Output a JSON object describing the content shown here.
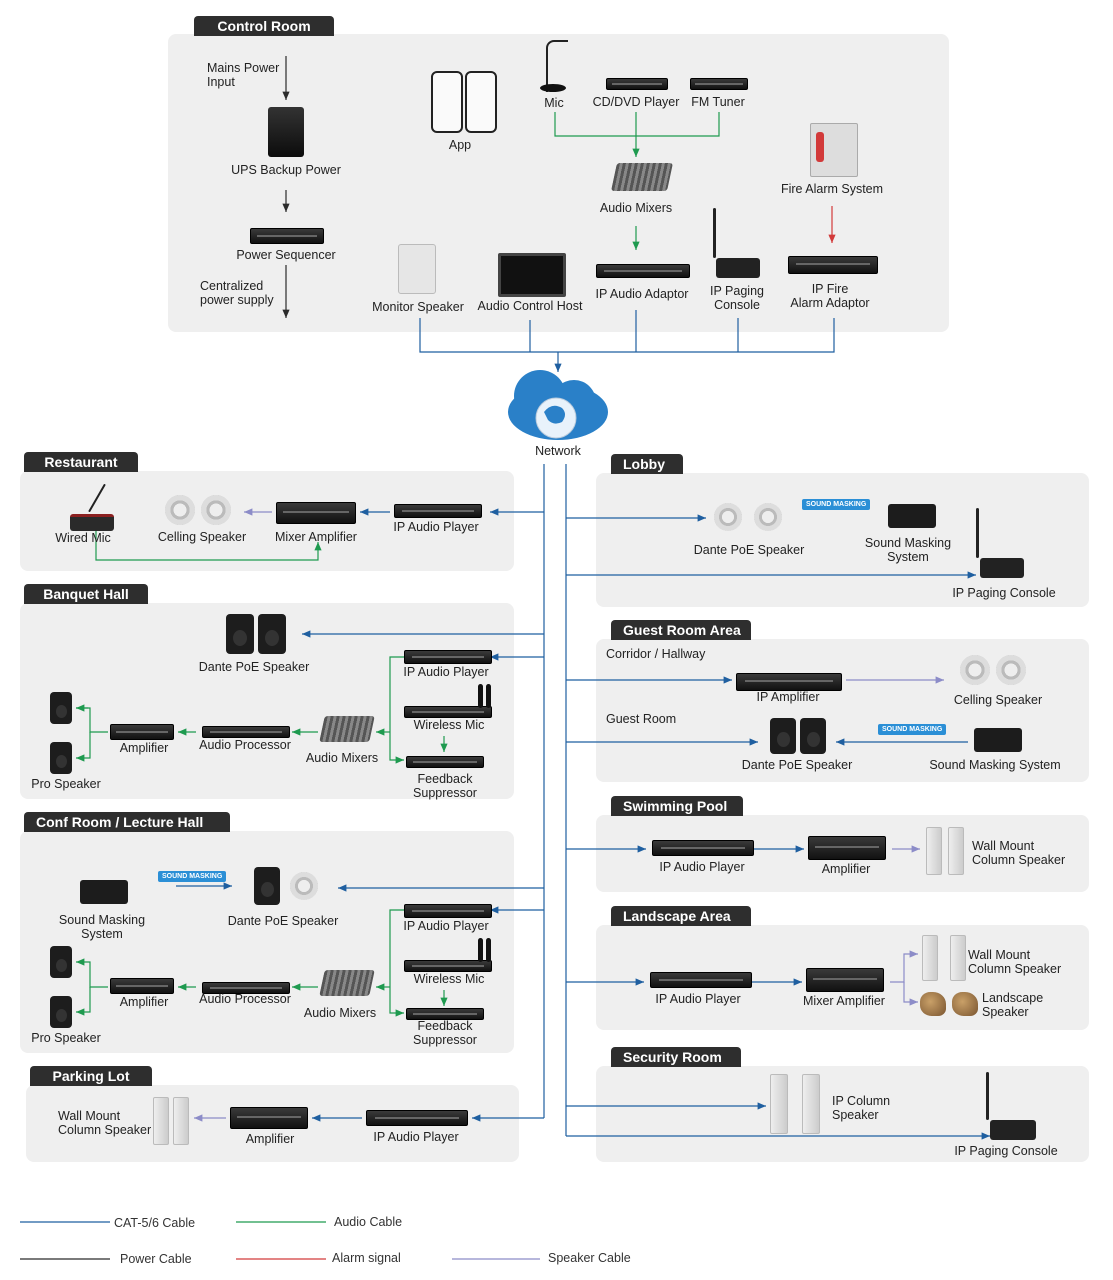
{
  "sections": {
    "control_room": "Control Room",
    "restaurant": "Restaurant",
    "banquet": "Banquet Hall",
    "conf": "Conf Room / Lecture Hall",
    "parking": "Parking Lot",
    "lobby": "Lobby",
    "guest": "Guest Room Area",
    "pool": "Swimming Pool",
    "landscape": "Landscape Area",
    "security": "Security Room"
  },
  "control": {
    "mains": "Mains Power\nInput",
    "ups": "UPS Backup Power",
    "sequencer": "Power Sequencer",
    "central": "Centralized\npower supply",
    "app": "App",
    "mic": "Mic",
    "cd": "CD/DVD Player",
    "fm": "FM Tuner",
    "mixers": "Audio Mixers",
    "fire": "Fire Alarm System",
    "monitor": "Monitor Speaker",
    "host": "Audio Control Host",
    "ip_adaptor": "IP Audio Adaptor",
    "paging": "IP Paging\nConsole",
    "fire_adaptor": "IP Fire\nAlarm Adaptor"
  },
  "network": "Network",
  "restaurant": {
    "wired_mic": "Wired Mic",
    "ceiling": "Celling Speaker",
    "mixer_amp": "Mixer Amplifier",
    "player": "IP Audio Player"
  },
  "banquet": {
    "dante": "Dante PoE Speaker",
    "player": "IP Audio Player",
    "wireless": "Wireless Mic",
    "pro": "Pro Speaker",
    "amp": "Amplifier",
    "processor": "Audio Processor",
    "mixers": "Audio Mixers",
    "feedback": "Feedback\nSuppressor"
  },
  "conf": {
    "masking": "Sound Masking\nSystem",
    "tag": "SOUND MASKING",
    "dante": "Dante PoE Speaker",
    "player": "IP Audio Player",
    "wireless": "Wireless Mic",
    "pro": "Pro Speaker",
    "amp": "Amplifier",
    "processor": "Audio Processor",
    "mixers": "Audio Mixers",
    "feedback": "Feedback\nSuppressor"
  },
  "parking": {
    "wall": "Wall Mount\nColumn Speaker",
    "amp": "Amplifier",
    "player": "IP Audio Player"
  },
  "lobby": {
    "dante": "Dante PoE Speaker",
    "tag": "SOUND MASKING",
    "masking": "Sound Masking\nSystem",
    "paging": "IP Paging Console"
  },
  "guest": {
    "corridor": "Corridor / Hallway",
    "amp": "IP Amplifier",
    "ceiling": "Celling Speaker",
    "room": "Guest Room",
    "tag": "SOUND MASKING",
    "dante": "Dante PoE Speaker",
    "masking": "Sound Masking System"
  },
  "pool": {
    "player": "IP Audio Player",
    "amp": "Amplifier",
    "wall": "Wall Mount\nColumn Speaker"
  },
  "landscape": {
    "player": "IP Audio Player",
    "mixer_amp": "Mixer Amplifier",
    "wall": "Wall Mount\nColumn Speaker",
    "land": "Landscape\nSpeaker"
  },
  "security": {
    "column": "IP Column\nSpeaker",
    "paging": "IP Paging Console"
  },
  "legend": {
    "cat": "CAT-5/6 Cable",
    "audio": "Audio Cable",
    "power": "Power Cable",
    "alarm": "Alarm signal",
    "speaker": "Speaker Cable"
  },
  "colors": {
    "cat": "#1f5fa0",
    "audio": "#1e9a4f",
    "power": "#2b2b2b",
    "alarm": "#d23a3a",
    "speaker": "#8c8cc8"
  }
}
